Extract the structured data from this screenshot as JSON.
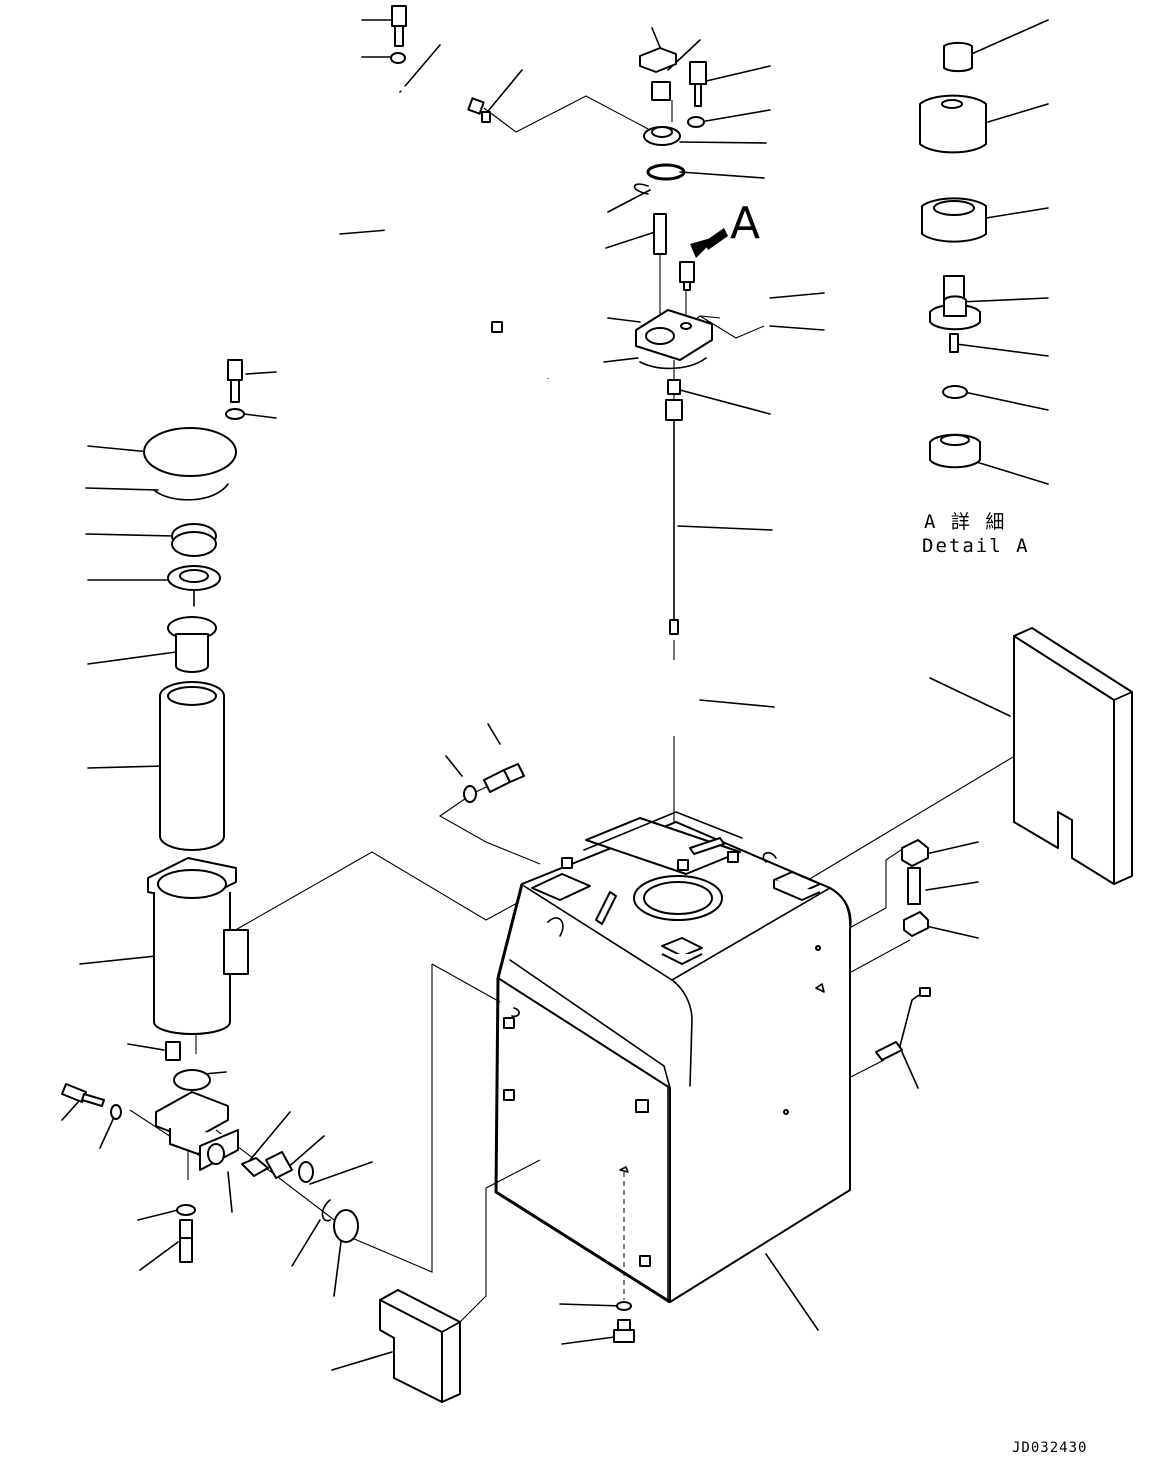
{
  "view_marker": "A",
  "detail_label_jp": "A 詳 細",
  "detail_label_en": "Detail A",
  "drawing_code": "JD032430"
}
